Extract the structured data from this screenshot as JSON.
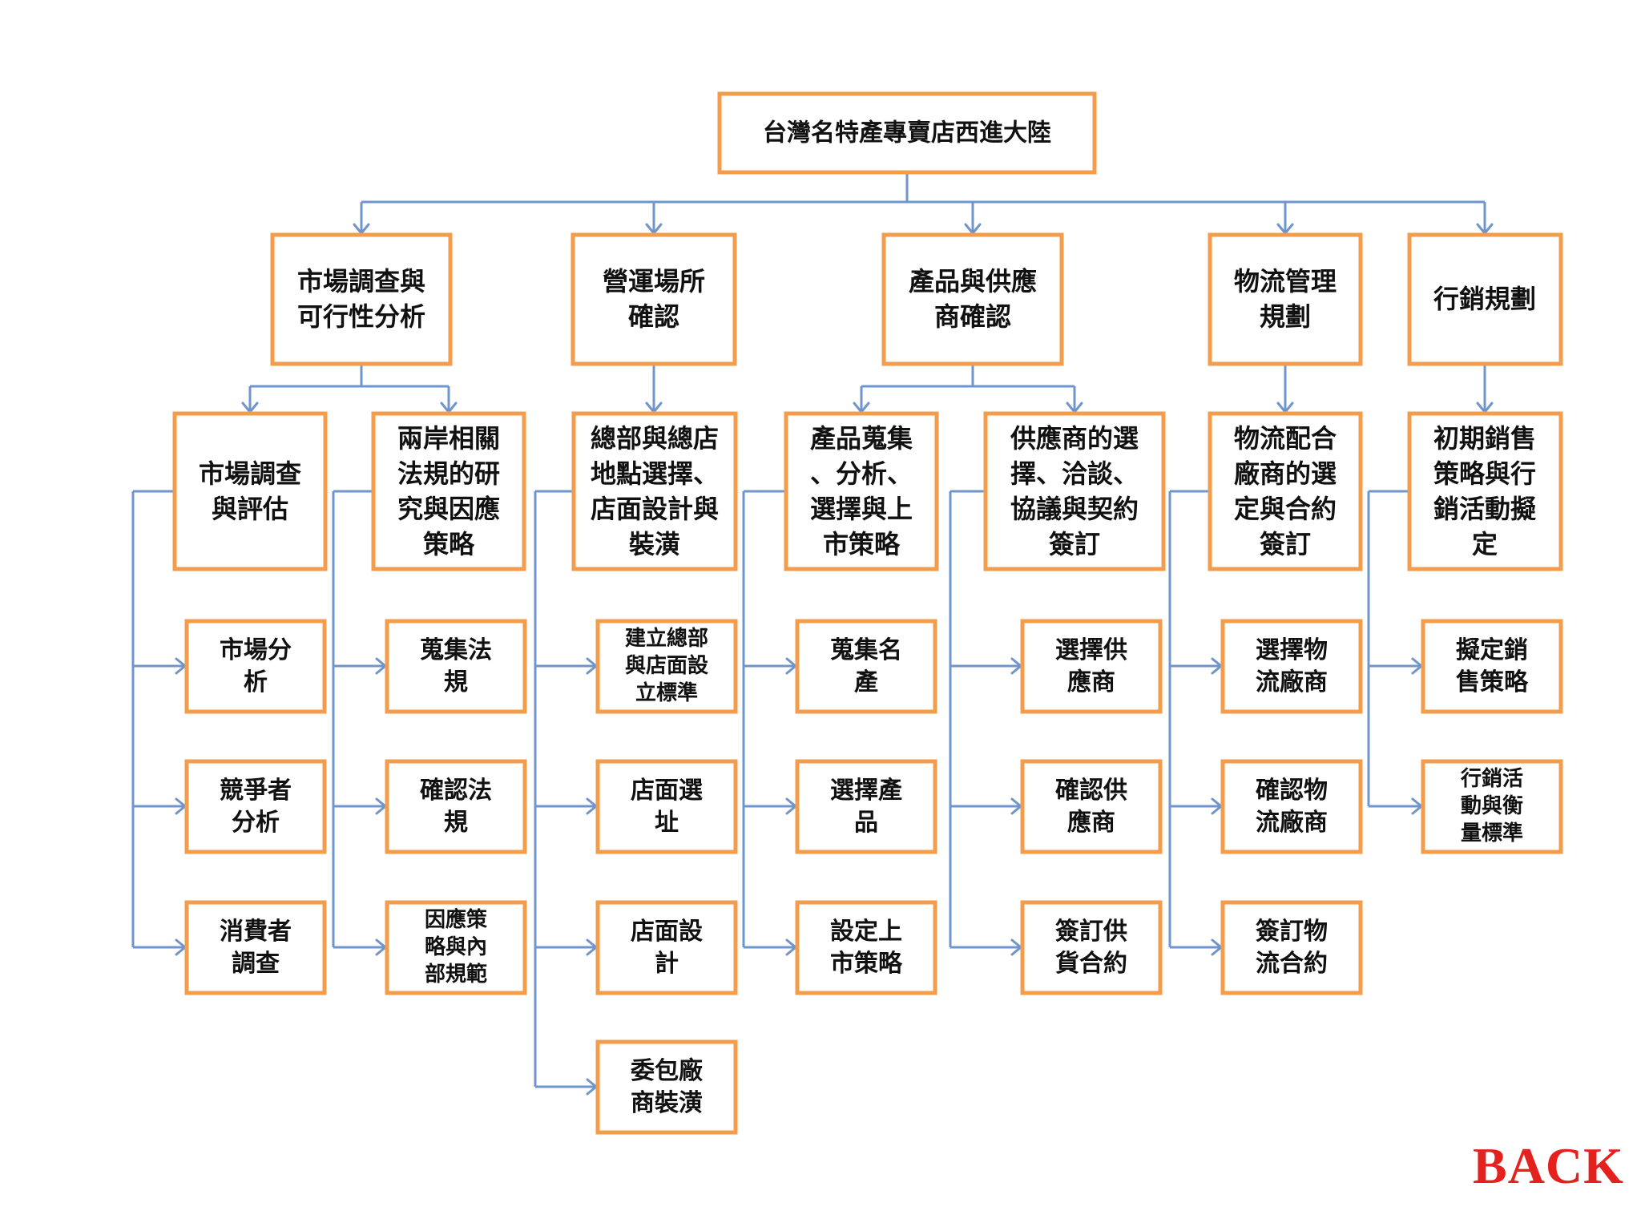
{
  "diagram": {
    "root": {
      "label": "台灣名特產專賣店西進大陸"
    },
    "branches": [
      {
        "label": "市場調查與可行性分析",
        "subs": [
          {
            "label": "市場調查與評估",
            "leaves": [
              "市場分析",
              "競爭者分析",
              "消費者調查"
            ]
          },
          {
            "label": "兩岸相關法規的研究與因應策略",
            "leaves": [
              "蒐集法規",
              "確認法規",
              "因應策略與內部規範"
            ]
          }
        ]
      },
      {
        "label": "營運場所確認",
        "subs": [
          {
            "label": "總部與總店地點選擇、店面設計與裝潢",
            "leaves": [
              "建立總部與店面設立標準",
              "店面選址",
              "店面設計",
              "委包廠商裝潢"
            ]
          }
        ]
      },
      {
        "label": "產品與供應商確認",
        "subs": [
          {
            "label": "產品蒐集、分析、選擇與上市策略",
            "leaves": [
              "蒐集名產",
              "選擇產品",
              "設定上市策略"
            ]
          },
          {
            "label": "供應商的選擇、洽談、協議與契約簽訂",
            "leaves": [
              "選擇供應商",
              "確認供應商",
              "簽訂供貨合約"
            ]
          }
        ]
      },
      {
        "label": "物流管理規劃",
        "subs": [
          {
            "label": "物流配合廠商的選定與合約簽訂",
            "leaves": [
              "選擇物流廠商",
              "確認物流廠商",
              "簽訂物流合約"
            ]
          }
        ]
      },
      {
        "label": "行銷規劃",
        "subs": [
          {
            "label": "初期銷售策略與行銷活動擬定",
            "leaves": [
              "擬定銷售策略",
              "行銷活動與衡量標準"
            ]
          }
        ]
      }
    ]
  },
  "back": {
    "label": "BACK"
  },
  "colors": {
    "box_border": "#f39c4b",
    "connector": "#6f95cc",
    "back": "#e4211c"
  }
}
